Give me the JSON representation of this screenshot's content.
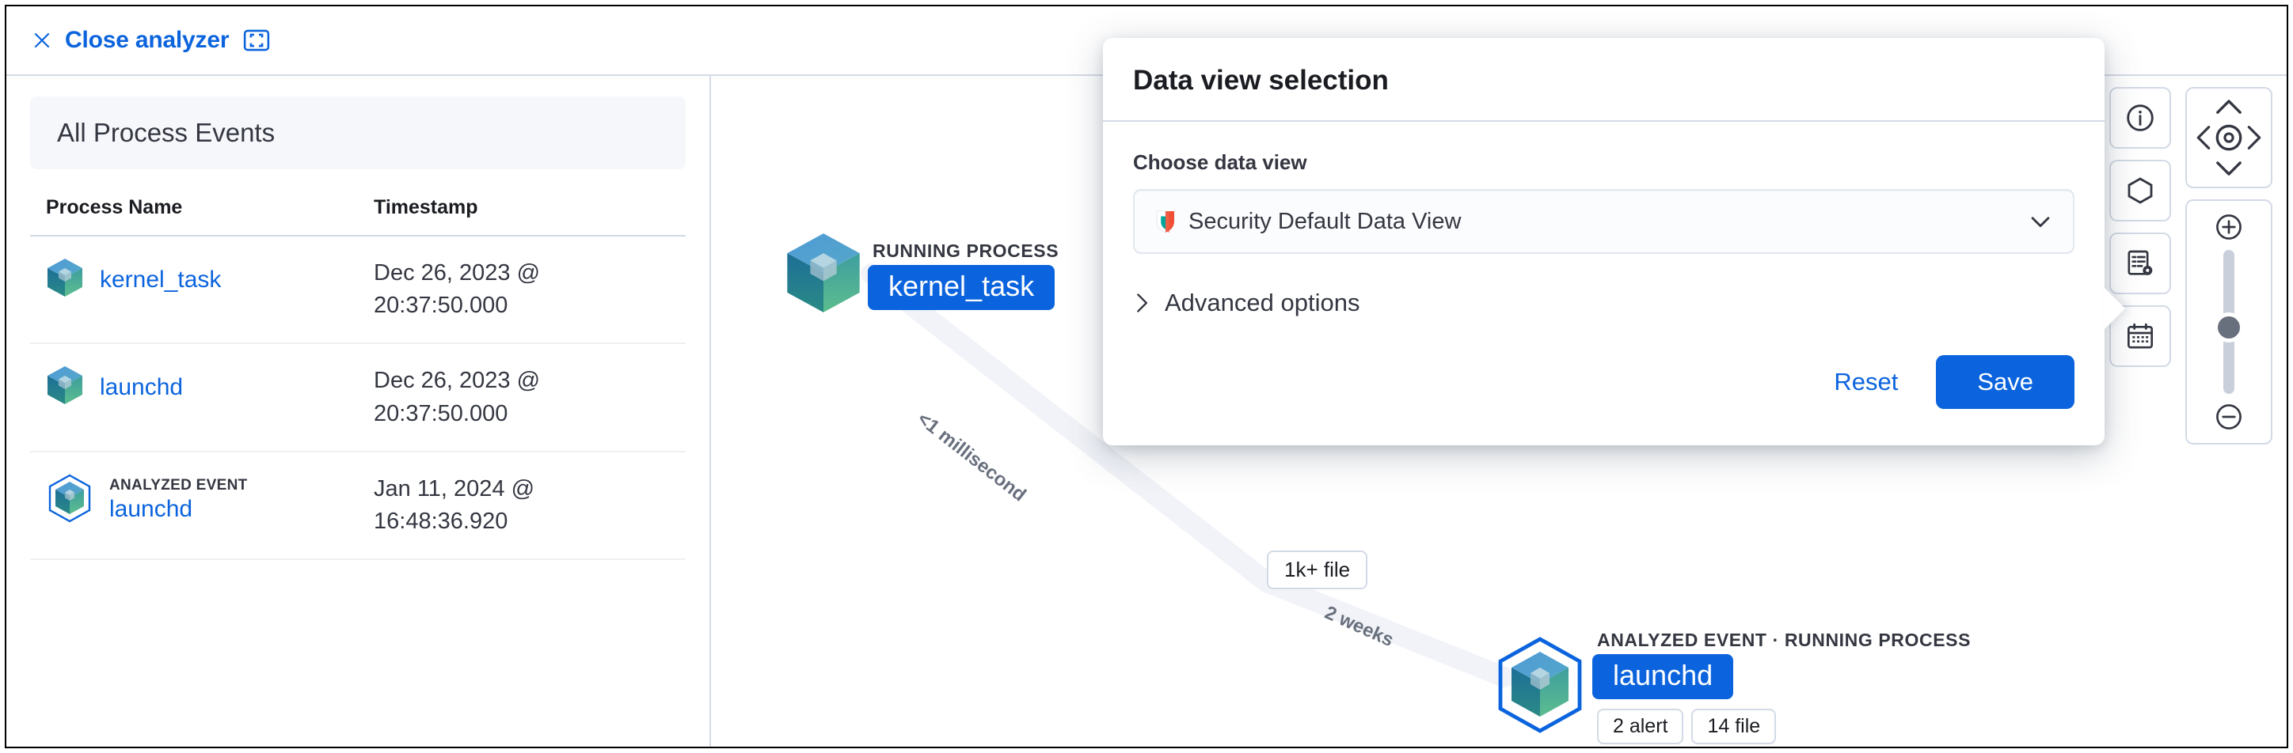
{
  "topbar": {
    "close_label": "Close analyzer",
    "close_icon": "close-icon",
    "fullscreen_icon": "fullscreen-icon"
  },
  "left_panel": {
    "header_title": "All Process Events",
    "columns": [
      "Process Name",
      "Timestamp"
    ],
    "rows": [
      {
        "tag": "",
        "process": "kernel_task",
        "timestamp_date": "Dec 26, 2023 @",
        "timestamp_time": "20:37:50.000",
        "analyzed": false
      },
      {
        "tag": "",
        "process": "launchd",
        "timestamp_date": "Dec 26, 2023 @",
        "timestamp_time": "20:37:50.000",
        "analyzed": false
      },
      {
        "tag": "ANALYZED EVENT",
        "process": "launchd",
        "timestamp_date": "Jan 11, 2024 @",
        "timestamp_time": "16:48:36.920",
        "analyzed": true
      }
    ]
  },
  "graph": {
    "nodes": [
      {
        "kind": "RUNNING PROCESS",
        "name": "kernel_task",
        "badges": []
      },
      {
        "kind": "ANALYZED EVENT · RUNNING PROCESS",
        "name": "launchd",
        "badges": [
          "2 alert",
          "14 file"
        ]
      }
    ],
    "edge_labels": [
      "<1 millisecond",
      "2 weeks"
    ],
    "floating_badges": [
      "1k+ file"
    ]
  },
  "toolbar": {
    "buttons": [
      {
        "icon": "info-icon",
        "name": "info-button"
      },
      {
        "icon": "hexagon-icon",
        "name": "node-legend-button"
      },
      {
        "icon": "list-settings-icon",
        "name": "data-view-settings-button"
      },
      {
        "icon": "calendar-icon",
        "name": "date-picker-button"
      }
    ],
    "pan": {
      "up": "chevron-up-icon",
      "down": "chevron-down-icon",
      "left": "chevron-left-icon",
      "right": "chevron-right-icon",
      "center": "center-target-icon"
    },
    "zoom": {
      "in": "plus-circle-icon",
      "out": "minus-circle-icon",
      "value": 46
    }
  },
  "modal": {
    "title": "Data view selection",
    "field_label": "Choose data view",
    "selected_data_view": "Security Default Data View",
    "data_view_icon": "elastic-security-shield-icon",
    "chevron_icon": "chevron-down-icon",
    "advanced_label": "Advanced options",
    "advanced_icon": "chevron-right-icon",
    "reset_label": "Reset",
    "save_label": "Save"
  },
  "colors": {
    "accent": "#0b64dd",
    "border": "#d3dae6",
    "text": "#343741",
    "panel_bg": "#f5f7fa"
  }
}
